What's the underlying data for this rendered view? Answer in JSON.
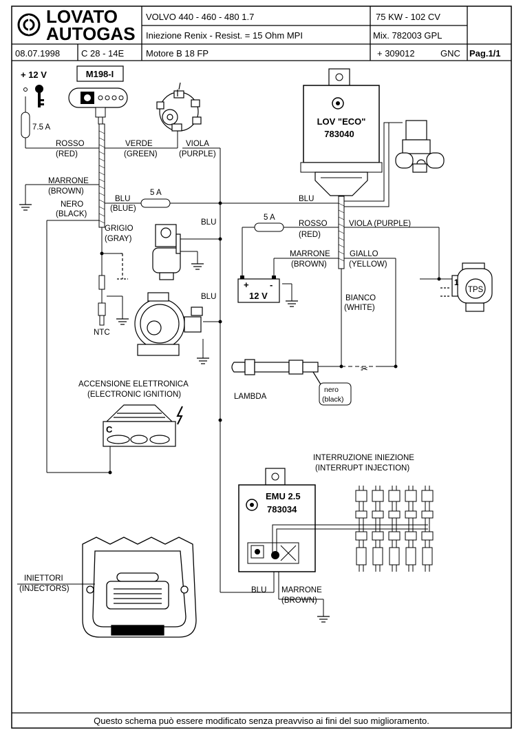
{
  "logo": {
    "line1": "LOVATO",
    "line2": "AUTOGAS"
  },
  "header": {
    "vehicle": "VOLVO 440 - 460 - 480  1.7",
    "power": "75 KW - 102 CV",
    "injection": "Iniezione Renix  -  Resist. = 15 Ohm   MPI",
    "mix": "Mix. 782003   GPL",
    "date": "08.07.1998",
    "code": "C 28 - 14E",
    "engine": "Motore  B 18 FP",
    "part": "+ 309012",
    "gnc": "GNC",
    "page": "Pag.1/1"
  },
  "labels": {
    "plus12v": "+ 12 V",
    "switch": "M198-I",
    "fuse75": "7.5 A",
    "fuse5a": "5 A",
    "fuse5b": "5 A",
    "rosso": "ROSSO",
    "red": "(RED)",
    "verde": "VERDE",
    "green": "(GREEN)",
    "viola": "VIOLA",
    "purple": "(PURPLE)",
    "marrone": "MARRONE",
    "brown": "(BROWN)",
    "nero": "NERO",
    "black": "(BLACK)",
    "blu": "BLU",
    "blue": "(BLUE)",
    "grigio": "GRIGIO",
    "gray": "(GRAY)",
    "ntc": "NTC",
    "ecu_name": "LOV \"ECO\"",
    "ecu_code": "783040",
    "rosso2": "ROSSO",
    "red2": "(RED)",
    "viola_purple": "VIOLA (PURPLE)",
    "marrone2": "MARRONE",
    "brown2": "(BROWN)",
    "giallo": "GIALLO",
    "yellow": "(YELLOW)",
    "battery": "12 V",
    "bianco": "BIANCO",
    "white": "(WHITE)",
    "tps": "TPS",
    "tps_pin": "1",
    "lambda": "LAMBDA",
    "nero_small": "nero",
    "black_small": "(black)",
    "ignition": "ACCENSIONE ELETTRONICA",
    "ignition_en": "(ELECTRONIC IGNITION)",
    "coil_c": "C",
    "interrupt": "INTERRUZIONE INIEZIONE",
    "interrupt_en": "(INTERRUPT INJECTION)",
    "emu_name": "EMU 2.5",
    "emu_code": "783034",
    "injectors": "INIETTORI",
    "injectors_en": "(INJECTORS)",
    "blu_bottom": "BLU",
    "marrone_bottom": "MARRONE",
    "brown_bottom": "(BROWN)"
  },
  "footer": {
    "note": "Questo schema può essere modificato senza preavviso ai fini del suo miglioramento."
  }
}
